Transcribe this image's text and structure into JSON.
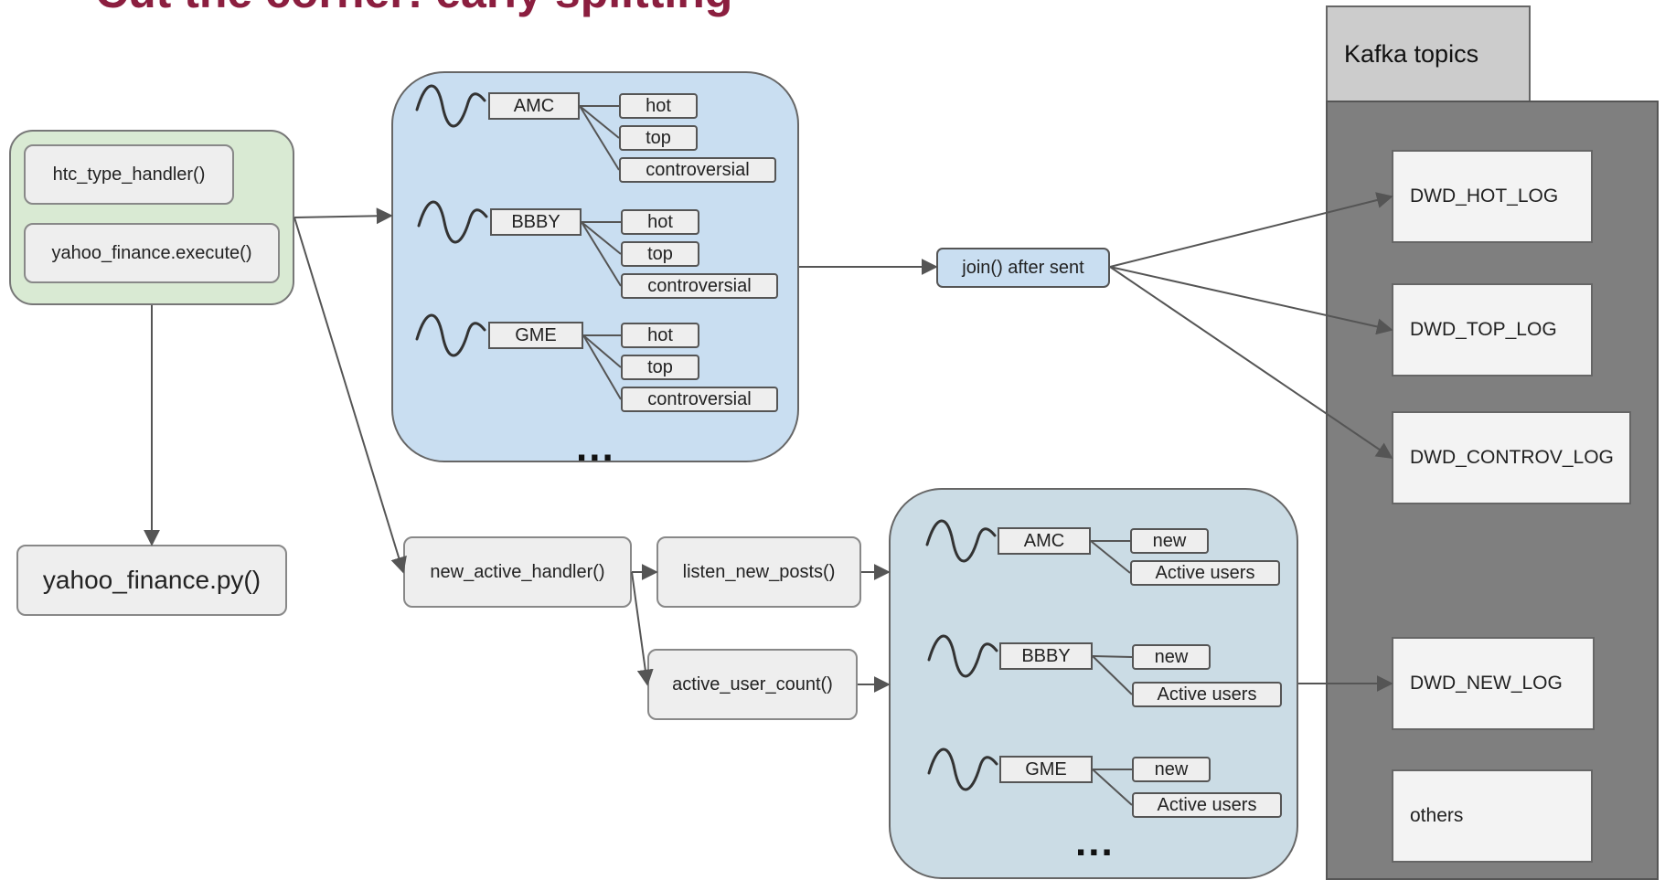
{
  "title": "Cut the corner: early splitting",
  "left": {
    "htc_type_handler": "htc_type_handler()",
    "yahoo_execute": "yahoo_finance.execute()",
    "yahoo_py": "yahoo_finance.py()"
  },
  "top_group": {
    "tickers": [
      {
        "name": "AMC",
        "types": [
          "hot",
          "top",
          "controversial"
        ]
      },
      {
        "name": "BBBY",
        "types": [
          "hot",
          "top",
          "controversial"
        ]
      },
      {
        "name": "GME",
        "types": [
          "hot",
          "top",
          "controversial"
        ]
      }
    ],
    "ellipsis": "..."
  },
  "join_label": "join() after sent",
  "handlers": {
    "new_active": "new_active_handler()",
    "listen_new_posts": "listen_new_posts()",
    "active_user_count": "active_user_count()"
  },
  "bottom_group": {
    "tickers": [
      {
        "name": "AMC",
        "types": [
          "new",
          "Active users"
        ]
      },
      {
        "name": "BBBY",
        "types": [
          "new",
          "Active users"
        ]
      },
      {
        "name": "GME",
        "types": [
          "new",
          "Active users"
        ]
      }
    ],
    "ellipsis": "..."
  },
  "kafka": {
    "label": "Kafka topics",
    "topics": [
      "DWD_HOT_LOG",
      "DWD_TOP_LOG",
      "DWD_CONTROV_LOG",
      "DWD_NEW_LOG",
      "others"
    ]
  },
  "colors": {
    "title": "#8b1e3f",
    "green_group": "#d9ead3",
    "blue_group": "#c9def1",
    "blue_group_2": "#cbdce5",
    "kafka_panel": "#7f7f7f",
    "kafka_tab": "#cccccc",
    "arrow": "#555555"
  }
}
